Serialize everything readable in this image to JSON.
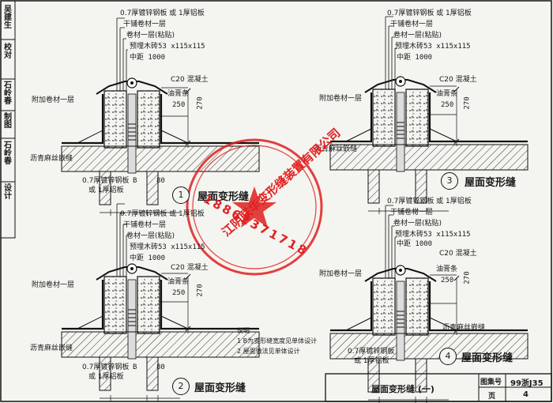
{
  "sidebar": {
    "items": [
      "设计",
      "石岭春",
      "制图",
      "石岭春",
      "校对",
      "吴建生"
    ]
  },
  "labels": {
    "cover": "0.7厚镀锌钢板 或 1厚铝板",
    "underlay": "干铺卷材一层",
    "membrane": "卷材一层(粘贴)",
    "embedded_wood": "预埋木砖53 x115x115",
    "spacing": "中距 1000",
    "concrete": "C20 混凝土",
    "sealant": "油膏条",
    "extra_membrane": "附加卷材一层",
    "asphalt_rope": "沥青麻丝嵌缝",
    "dim_250": "250",
    "dim_270": "270",
    "dim_B": "B",
    "dim_80": "80",
    "bottom_plate_a": "0.7厚镀锌钢板",
    "bottom_plate_b": "或 1厚铝板"
  },
  "details": [
    {
      "number": "1",
      "title": "屋面变形缝"
    },
    {
      "number": "2",
      "title": "屋面变形缝"
    },
    {
      "number": "3",
      "title": "屋面变形缝"
    },
    {
      "number": "4",
      "title": "屋面变形缝"
    }
  ],
  "notes": {
    "heading": "说明",
    "item1": "1  B为变形缝宽度见单体设计",
    "item2": "2  屋面做法见单体设计"
  },
  "title_block": {
    "sheet_title": "屋面变形缝 (一)",
    "atlas_label": "图集号",
    "atlas_value": "99浙J35",
    "page_label": "页",
    "page_value": "4"
  },
  "stamp": {
    "company": "江阴联华变形缝装置有限公司",
    "phone": "18862371718",
    "color": "#e02020"
  }
}
